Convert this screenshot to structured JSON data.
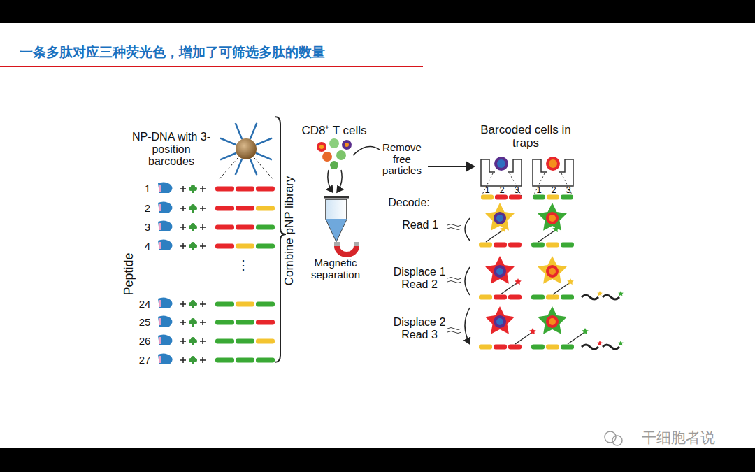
{
  "diagram": {
    "title": "一条多肽对应三种荧光色，增加了可筛选多肽的数量",
    "labels": [
      "NP-DNA with 3-position barcodes",
      "1",
      "2",
      "3",
      "4",
      "⋮",
      "24",
      "25",
      "26",
      "27",
      "Peptide",
      "Combine pNP library",
      "CD8⁺ T cells",
      "Remove free particles",
      "Magnetic separation",
      "Barcoded cells in traps",
      "1",
      "2",
      "3",
      "1",
      "2",
      "3",
      "Decode:",
      "Read 1",
      "Displace 1 Read 2",
      "Displace 2 Read 3",
      "干细胞者说"
    ]
  }
}
